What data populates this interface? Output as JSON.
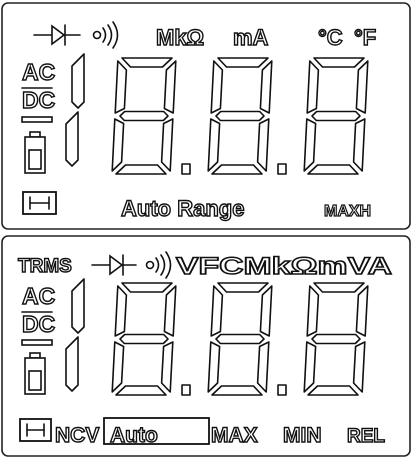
{
  "top_panel": {
    "diode_symbol": "diode-icon",
    "continuity_symbol": "beeper-icon",
    "labels": {
      "mkohm": "MkΩ",
      "ma": "mA",
      "celsius": "°C",
      "fahrenheit": "°F",
      "ac": "AC",
      "dc": "DC",
      "auto_range": "Auto Range",
      "maxh": "MAXH"
    },
    "digits": [
      "8",
      "8",
      "8",
      "8"
    ]
  },
  "bottom_panel": {
    "diode_symbol": "diode-icon",
    "continuity_symbol": "beeper-icon",
    "labels": {
      "trms": "TRMS",
      "units": "VFCMkΩmVA",
      "ac": "AC",
      "dc": "DC",
      "ncv": "NCV",
      "auto": "Auto",
      "max": "MAX",
      "min": "MIN",
      "rel": "REL"
    },
    "digits": [
      "8",
      "8",
      "8",
      "8"
    ]
  },
  "colors": {
    "segment_stroke": "#111111",
    "segment_fill": "#ffffff",
    "frame": "#222222"
  }
}
